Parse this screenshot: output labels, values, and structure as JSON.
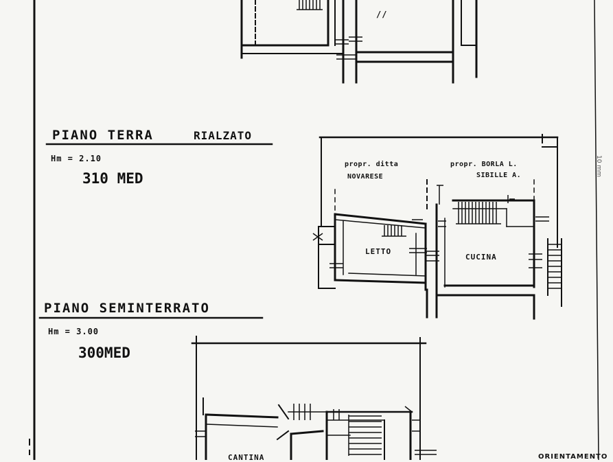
{
  "floors": {
    "ground": {
      "title_left": "PIANO TERRA",
      "title_right": "RIALZATO",
      "height_label": "Hm = 2.10",
      "med": "310 MED",
      "rooms": {
        "letto": "LETTO",
        "cucina": "CUCINA"
      },
      "neighbours": {
        "left_line1": "propr. ditta",
        "left_line2": "NOVARESE",
        "right_line1": "propr. BORLA L.",
        "right_line2": "SIBILLE A."
      }
    },
    "basement": {
      "title": "PIANO SEMINTERRATO",
      "height_label": "Hm = 3.00",
      "med": "300MED",
      "rooms": {
        "cantina": "CANTINA"
      }
    }
  },
  "upper_room_mark": "//",
  "scale_label": "10 mm",
  "orientation_label": "ORIENTAMENTO"
}
